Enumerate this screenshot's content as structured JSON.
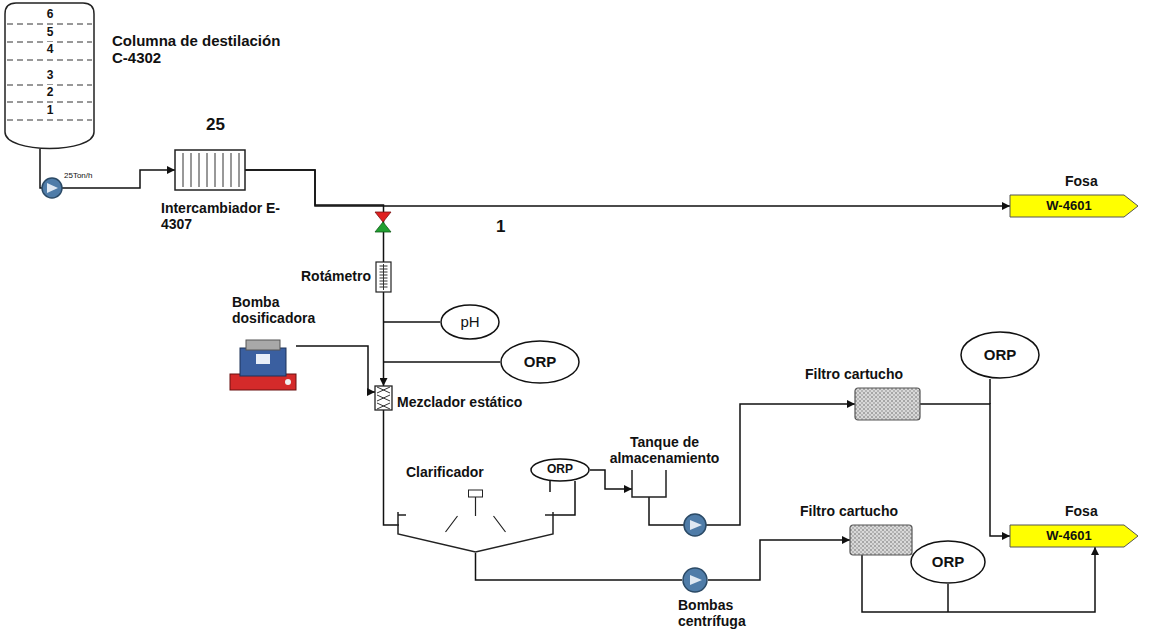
{
  "diagram": {
    "nodes": [
      {
        "text": [
          "Columna de destilación C-4302"
        ]
      },
      {
        "text": [
          "Intercambiador E-4307"
        ]
      },
      {
        "text": [
          "Fosa",
          "W-4601"
        ]
      },
      {
        "text": [
          "Rotámetro"
        ]
      },
      {
        "text": [
          "pH"
        ]
      },
      {
        "text": [
          "ORP"
        ]
      },
      {
        "text": [
          "Bomba dosificadora"
        ]
      },
      {
        "text": [
          "Mezclador estático"
        ]
      },
      {
        "text": [
          "Clarificador"
        ]
      },
      {
        "text": [
          "ORP"
        ]
      },
      {
        "text": [
          "Tanque de almacenamiento"
        ]
      },
      {
        "text": [
          "Filtro cartucho"
        ]
      },
      {
        "text": [
          "ORP"
        ]
      },
      {
        "text": [
          "Filtro cartucho"
        ]
      },
      {
        "text": [
          "ORP"
        ]
      },
      {
        "text": [
          "Fosa",
          "W-4601"
        ]
      },
      {
        "text": [
          "Bombas centrífuga"
        ]
      }
    ],
    "edges": [
      {
        "from": 0,
        "to": 1,
        "arrow": "to"
      },
      {
        "from": 1,
        "to": 2,
        "arrow": "to"
      },
      {
        "from": 1,
        "to": 3,
        "arrow": "none"
      },
      {
        "from": 3,
        "to": 7,
        "arrow": "to"
      },
      {
        "from": 6,
        "to": 7,
        "arrow": "to"
      },
      {
        "from": 7,
        "to": 8,
        "arrow": "none"
      },
      {
        "from": 8,
        "to": 9,
        "arrow": "none"
      },
      {
        "from": 9,
        "to": 10,
        "arrow": "to"
      },
      {
        "from": 10,
        "to": 11,
        "arrow": "to"
      },
      {
        "from": 11,
        "to": 15,
        "arrow": "to"
      },
      {
        "from": 8,
        "to": 16,
        "arrow": "none"
      },
      {
        "from": 16,
        "to": 13,
        "arrow": "to"
      },
      {
        "from": 13,
        "to": 15,
        "arrow": "to"
      }
    ],
    "labels": [
      "6",
      "5",
      "4",
      "3",
      "2",
      "1",
      "25Ton/h",
      "25",
      "1"
    ]
  }
}
